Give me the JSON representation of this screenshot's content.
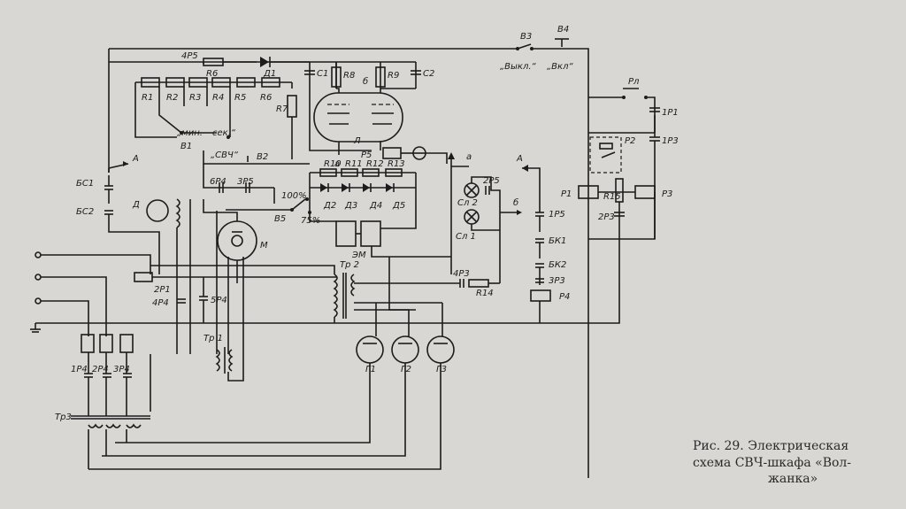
{
  "caption": {
    "line1": "Рис.  29.  Электрическая",
    "line2": "схема СВЧ-шкафа «Вол-",
    "line3": "жанка»"
  },
  "labels": {
    "v3": "В3",
    "v4": "В4",
    "vykl": "„Выкл.“",
    "vkl": "„Вкл“",
    "rl": "Рл",
    "p1_1": "1Р1",
    "p1_3": "1Р3",
    "p2": "Р2",
    "p1": "Р1",
    "r15": "R15",
    "p3": "Р3",
    "p3_2": "2Р3",
    "p4_5": "4Р5",
    "r6a": "R6",
    "d1": "Д1",
    "c1": "С1",
    "r8": "R8",
    "b": "б",
    "r9": "R9",
    "c2": "С2",
    "r1": "R1",
    "r2": "R2",
    "r3": "R3",
    "r4": "R4",
    "r5": "R5",
    "r6b": "R6",
    "r7": "R7",
    "min": "„мин.",
    "sek": "сек.“",
    "v1": "В1",
    "a": "а",
    "l": "Л",
    "r5b": "Р5",
    "svch": "„СВЧ“",
    "v2": "В2",
    "arrA": "А",
    "bs1": "БС1",
    "bs2": "БС2",
    "p6_4": "6Р4",
    "p3_5": "3Р5",
    "r10": "R10",
    "r11": "R11",
    "r12": "R12",
    "r13": "R13",
    "pct100": "100%",
    "pct75": "75%",
    "v5": "В5",
    "d2": "Д2",
    "d3": "Д3",
    "d4": "Д4",
    "d5": "Д5",
    "d": "Д",
    "m": "М",
    "em": "ЭМ",
    "a2": "а",
    "p2_5": "2Р5",
    "sl2": "Сл 2",
    "sl1": "Сл 1",
    "b2": "б",
    "arrA2": "А",
    "p1_5": "1Р5",
    "bk1": "БК1",
    "bk2": "БК2",
    "p3_3": "3Р3",
    "p4": "Р4",
    "p4_3": "4Р3",
    "r14": "R14",
    "tr2": "Тр 2",
    "p2_1": "2Р1",
    "p4_4": "4Р4",
    "p5_4": "5Р4",
    "tr1": "Тр 1",
    "g1": "Г1",
    "g2": "Г2",
    "g3": "Г3",
    "p1_4": "1Р4",
    "p2_4": "2Р4",
    "p3_4": "3Р4",
    "tr3": "Тр3"
  }
}
